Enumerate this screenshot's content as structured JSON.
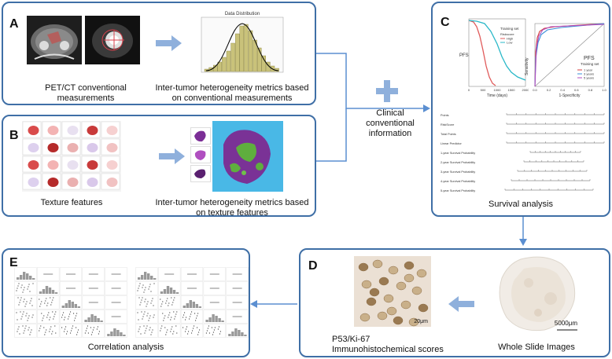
{
  "panels": {
    "a": {
      "letter": "A",
      "caption_left": "PET/CT conventional measurements",
      "caption_right": "Inter-tumor heterogeneity metrics based on conventional measurements",
      "histogram_title": "Data Distribution"
    },
    "b": {
      "letter": "B",
      "caption_left": "Texture features",
      "caption_right": "Inter-tumor heterogeneity metrics based on texture features"
    },
    "c": {
      "letter": "C",
      "caption": "Survival analysis",
      "km": {
        "ylabel": "PFS",
        "xlabel": "Time (days)",
        "legend_title": "Training set",
        "legend_sub": "Riskscore",
        "legend_high": "High",
        "legend_low": "Low",
        "ticks_x": [
          "0",
          "500",
          "1000",
          "1500",
          "2000"
        ]
      },
      "roc": {
        "ylabel": "Sensitivity",
        "xlabel": "1-Specificity",
        "legend_title": "PFS",
        "legend_sub": "Training set",
        "legend_items": [
          "1 year",
          "3 years",
          "5 years"
        ],
        "ticks": [
          "0.0",
          "0.2",
          "0.4",
          "0.6",
          "0.8",
          "1.0"
        ]
      },
      "nomogram_rows": [
        "Points",
        "RiskScore",
        "Total Points",
        "Linear Predictor",
        "1-year Survival Probability",
        "2-year Survival Probability",
        "3-year Survival Probability",
        "4-year Survival Probability",
        "5-year Survival Probability"
      ]
    },
    "clinical": "Clinical conventional information",
    "d": {
      "letter": "D",
      "caption_ihc": "P53/Ki-67 Immunohistochemical scores",
      "caption_wsi": "Whole Slide Images",
      "scale_small": "20μm",
      "scale_large": "5000μm"
    },
    "e": {
      "letter": "E",
      "caption": "Correlation analysis"
    }
  },
  "colors": {
    "frame": "#3f6fa6",
    "arrow": "#8fb0dc",
    "plus": "#8fb0dc",
    "connector": "#5b8fd1"
  }
}
